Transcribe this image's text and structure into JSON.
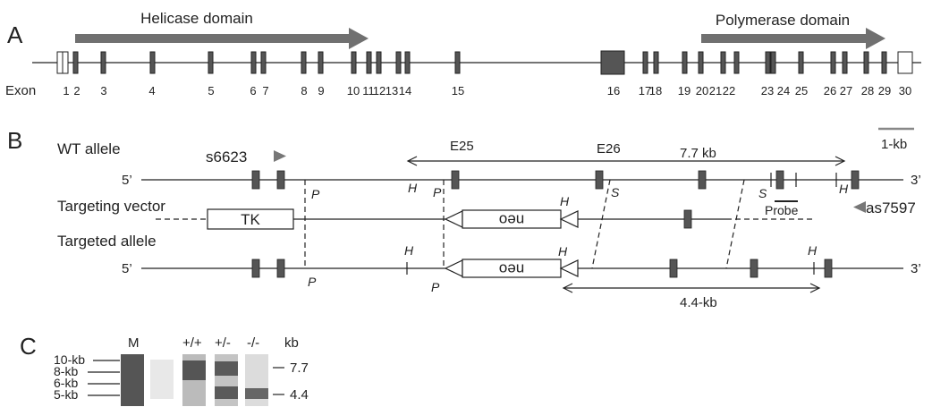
{
  "panels": {
    "a": "A",
    "b": "B",
    "c": "C"
  },
  "panel_a": {
    "helicase_label": "Helicase domain",
    "polymerase_label": "Polymerase domain",
    "exon_row_label": "Exon",
    "exon_labels": [
      "1",
      "2",
      "3",
      "4",
      "5",
      "6",
      "7",
      "8",
      "9",
      "10",
      "11",
      "12",
      "13",
      "14",
      "15",
      "16",
      "17",
      "18",
      "19",
      "20",
      "21",
      "22",
      "23",
      "24",
      "25",
      "26",
      "27",
      "28",
      "29",
      "30"
    ]
  },
  "panel_b": {
    "wt_allele": "WT allele",
    "targeting_vector": "Targeting vector",
    "targeted_allele": "Targeted allele",
    "five_prime": "5’",
    "three_prime": "3’",
    "primer_fwd": "s6623",
    "primer_rev": "as7597",
    "e25": "E25",
    "e26": "E26",
    "wt_band": "7.7 kb",
    "targeted_band": "4.4-kb",
    "scale": "1-kb",
    "probe": "Probe",
    "tk": "TK",
    "neo": "neo",
    "site_p": "P",
    "site_h": "H",
    "site_s": "S"
  },
  "panel_c": {
    "lane_m": "M",
    "lane_wt": "+/+",
    "lane_het": "+/-",
    "lane_ko": "-/-",
    "unit": "kb",
    "marker_10": "10-kb",
    "marker_8": "8-kb",
    "marker_6": "6-kb",
    "marker_5": "5-kb",
    "band_upper": "7.7",
    "band_lower": "4.4"
  }
}
